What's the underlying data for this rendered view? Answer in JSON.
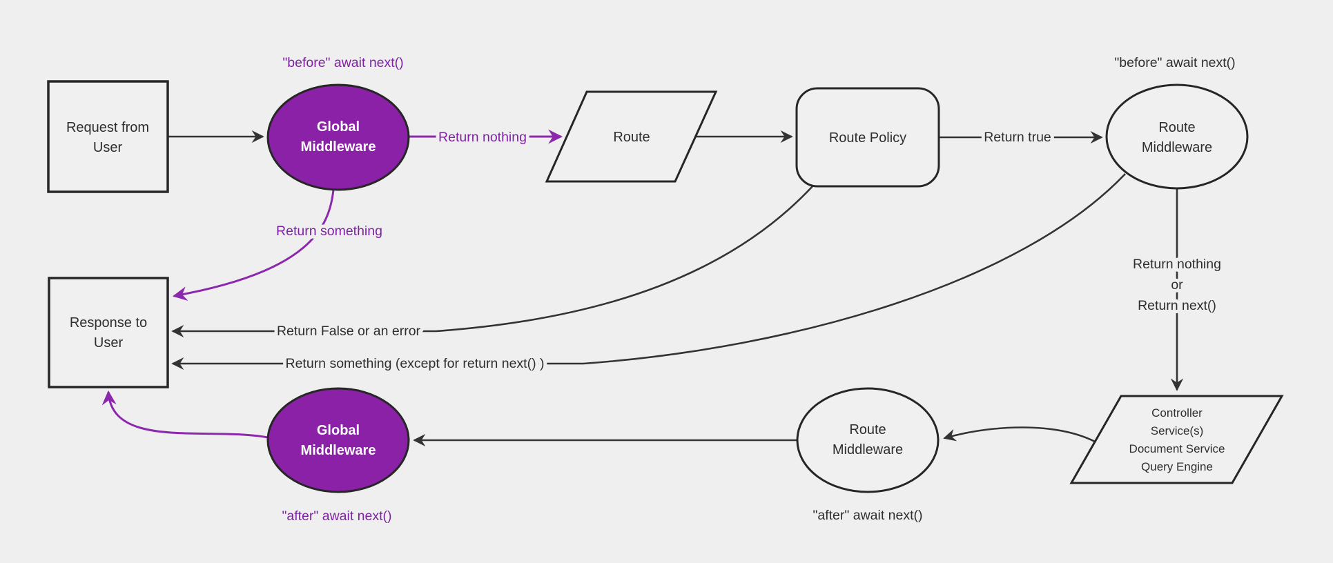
{
  "colors": {
    "background": "#efefef",
    "node_fill": "#f0f0f0",
    "stroke": "#262626",
    "edge": "#333333",
    "text": "#2e2e2e",
    "node_text_light": "#ffffff",
    "purple_fill": "#8a21a6",
    "purple_line": "#8b28ac",
    "purple_text": "#7e22a3"
  },
  "nodes": {
    "request_from_user": {
      "line1": "Request from",
      "line2": "User"
    },
    "global_middleware_top": {
      "line1": "Global",
      "line2": "Middleware"
    },
    "route": {
      "label": "Route"
    },
    "route_policy": {
      "label": "Route Policy"
    },
    "route_middleware_top": {
      "line1": "Route",
      "line2": "Middleware"
    },
    "controller_services": {
      "line1": "Controller",
      "line2": "Service(s)",
      "line3": "Document Service",
      "line4": "Query Engine"
    },
    "route_middleware_bottom": {
      "line1": "Route",
      "line2": "Middleware"
    },
    "global_middleware_bottom": {
      "line1": "Global",
      "line2": "Middleware"
    },
    "response_to_user": {
      "line1": "Response to",
      "line2": "User"
    }
  },
  "edge_labels": {
    "global_before": "\"before\" await next()",
    "route_before": "\"before\" await next()",
    "return_nothing": "Return nothing",
    "return_true": "Return true",
    "return_something": "Return something",
    "return_nothing_or_1": "Return nothing",
    "return_nothing_or_2": "or",
    "return_nothing_or_3": "Return next()",
    "return_false_error": "Return False or an error",
    "return_something_except": "Return something (except for return next() )",
    "global_after": "\"after\" await next()",
    "route_after": "\"after\" await next()"
  }
}
